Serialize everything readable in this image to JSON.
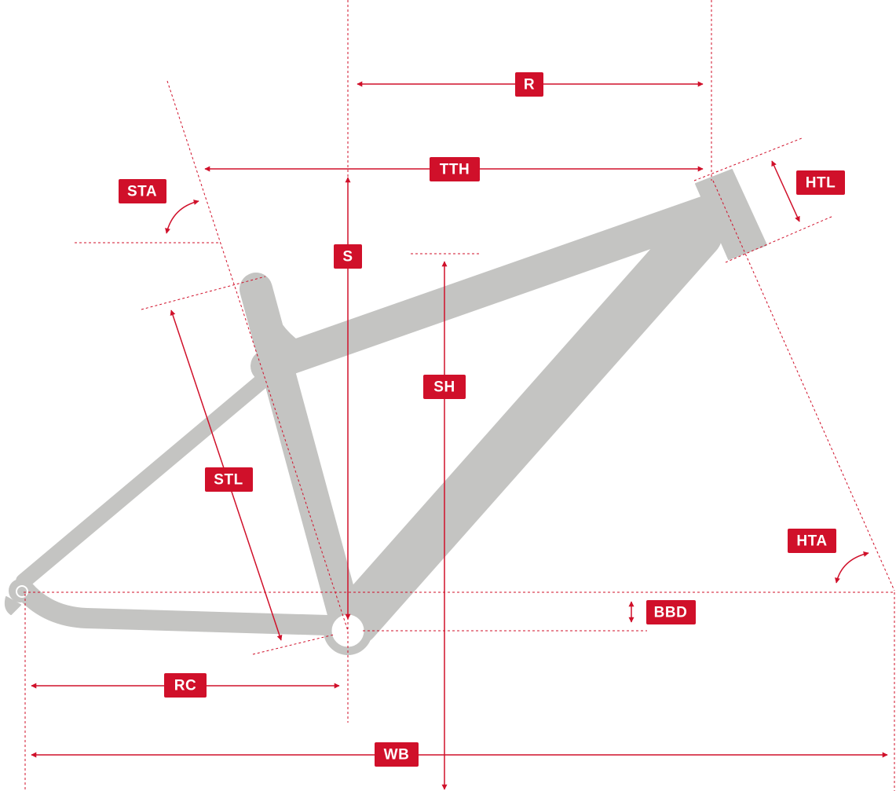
{
  "colors": {
    "accent": "#d0102a",
    "frame": "#c4c4c2",
    "background": "#ffffff"
  },
  "labels": {
    "r": "R",
    "tth": "TTH",
    "htl": "HTL",
    "sta": "STA",
    "s": "S",
    "sh": "SH",
    "stl": "STL",
    "hta": "HTA",
    "bbd": "BBD",
    "rc": "RC",
    "wb": "WB"
  }
}
